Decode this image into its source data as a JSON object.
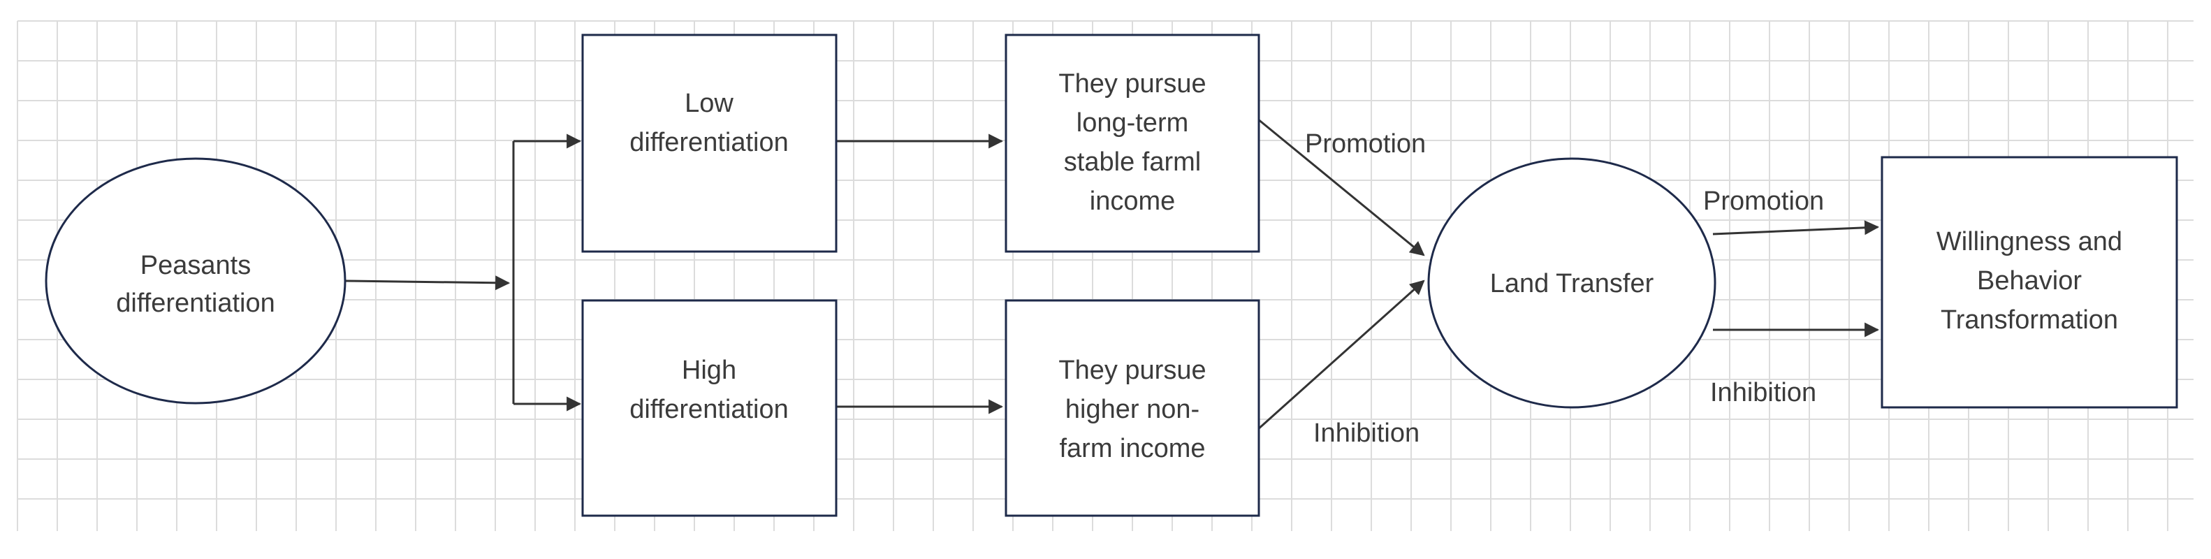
{
  "nodes": {
    "peasants": {
      "lines": [
        "Peasants",
        "differentiation"
      ]
    },
    "low_diff": {
      "lines": [
        "Low",
        "differentiation"
      ]
    },
    "high_diff": {
      "lines": [
        "High",
        "differentiation"
      ]
    },
    "long_term": {
      "lines": [
        "They pursue",
        "long-term",
        "stable farml",
        "income"
      ]
    },
    "non_farm": {
      "lines": [
        "They pursue",
        "higher non-",
        "farm income"
      ]
    },
    "land_transfer": {
      "lines": [
        "Land Transfer"
      ]
    },
    "willingness": {
      "lines": [
        "Willingness and",
        "Behavior",
        "Transformation"
      ]
    }
  },
  "edge_labels": {
    "promotion_upper": "Promotion",
    "inhibition_lower": "Inhibition",
    "promotion_right": "Promotion",
    "inhibition_right": "Inhibition"
  },
  "colors": {
    "grid": "#dcdcdc",
    "node_border": "#1e2a4a",
    "arrow": "#333333",
    "text": "#3b3b3b",
    "background": "#ffffff"
  }
}
